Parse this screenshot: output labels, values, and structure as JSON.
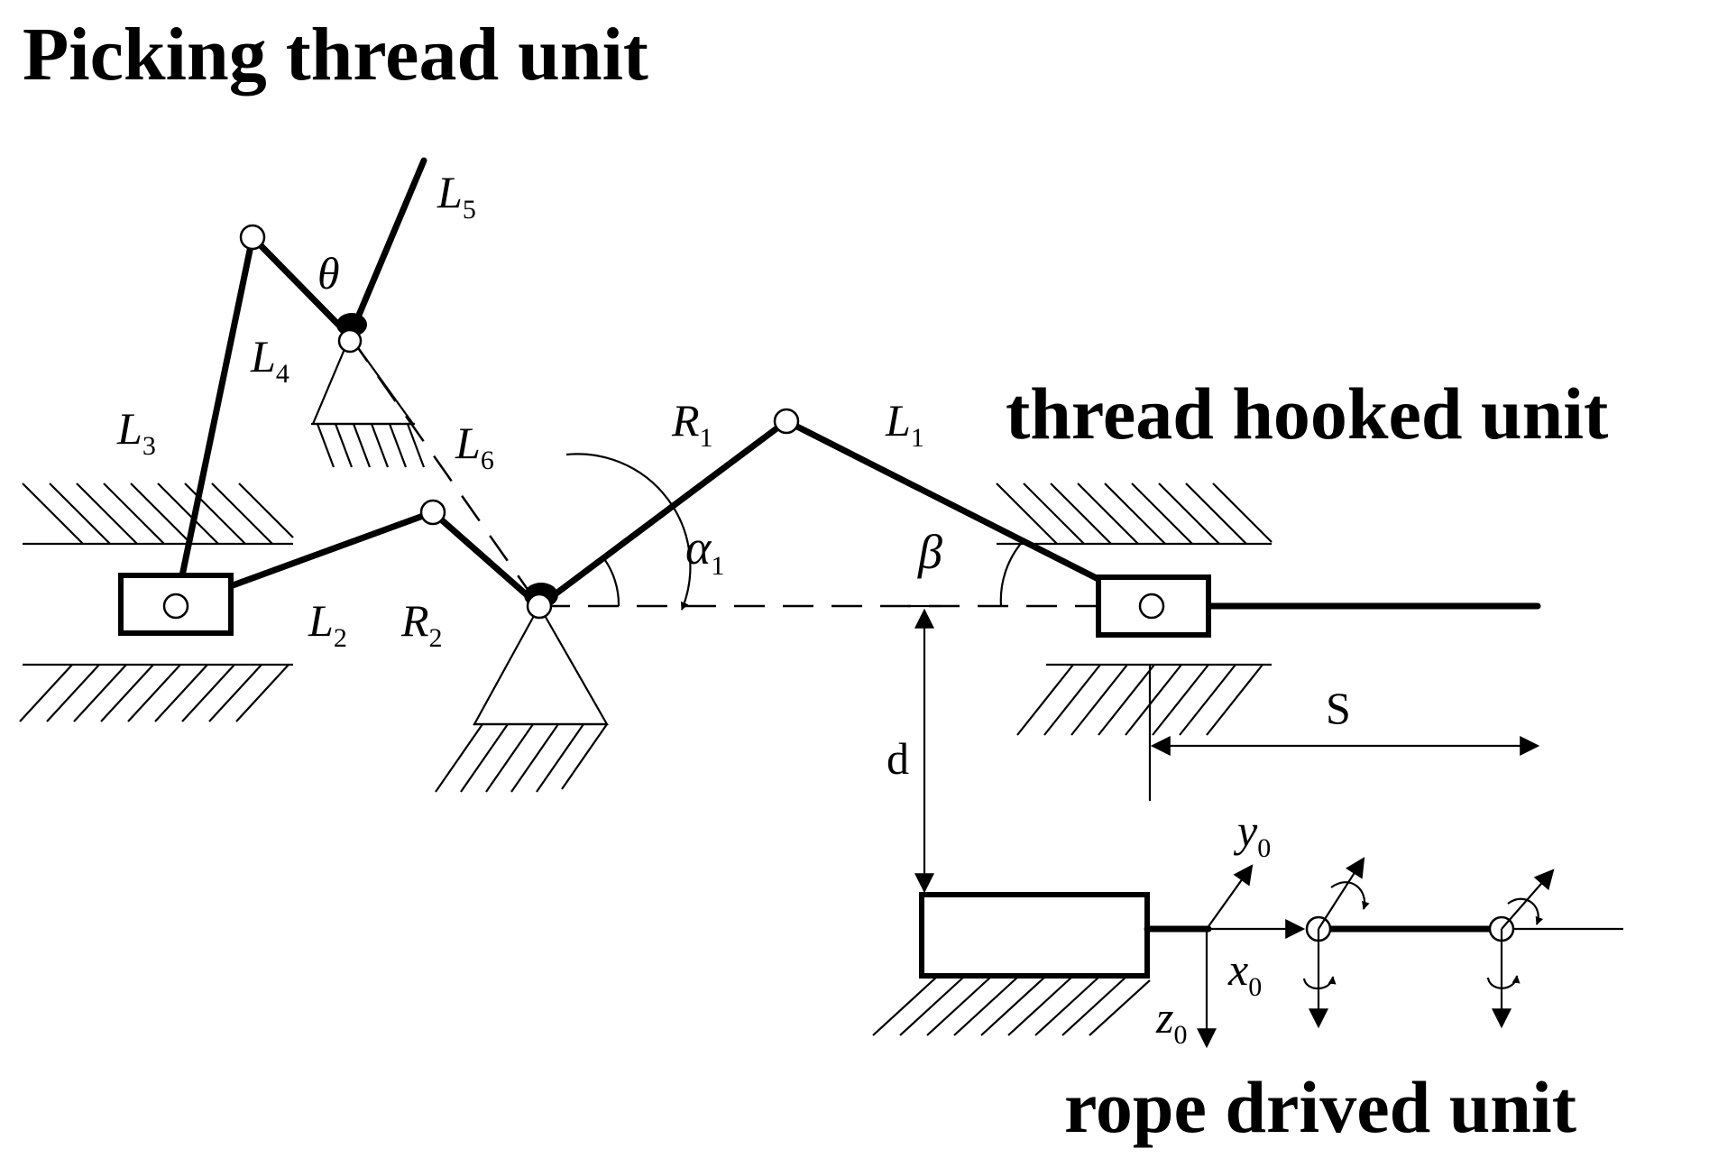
{
  "units": {
    "picking": "Picking thread unit",
    "hooked": "thread hooked unit",
    "rope": "rope drived unit"
  },
  "labels": {
    "L1": {
      "main": "L",
      "sub": "1"
    },
    "L2": {
      "main": "L",
      "sub": "2"
    },
    "L3": {
      "main": "L",
      "sub": "3"
    },
    "L4": {
      "main": "L",
      "sub": "4"
    },
    "L5": {
      "main": "L",
      "sub": "5"
    },
    "L6": {
      "main": "L",
      "sub": "6"
    },
    "R1": {
      "main": "R",
      "sub": "1"
    },
    "R2": {
      "main": "R",
      "sub": "2"
    },
    "alpha1": {
      "main": "α",
      "sub": "1"
    },
    "beta": "β",
    "theta": "θ",
    "d": "d",
    "S": "S",
    "x0": {
      "main": "x",
      "sub": "0"
    },
    "y0": {
      "main": "y",
      "sub": "0"
    },
    "z0": {
      "main": "z",
      "sub": "0"
    }
  }
}
